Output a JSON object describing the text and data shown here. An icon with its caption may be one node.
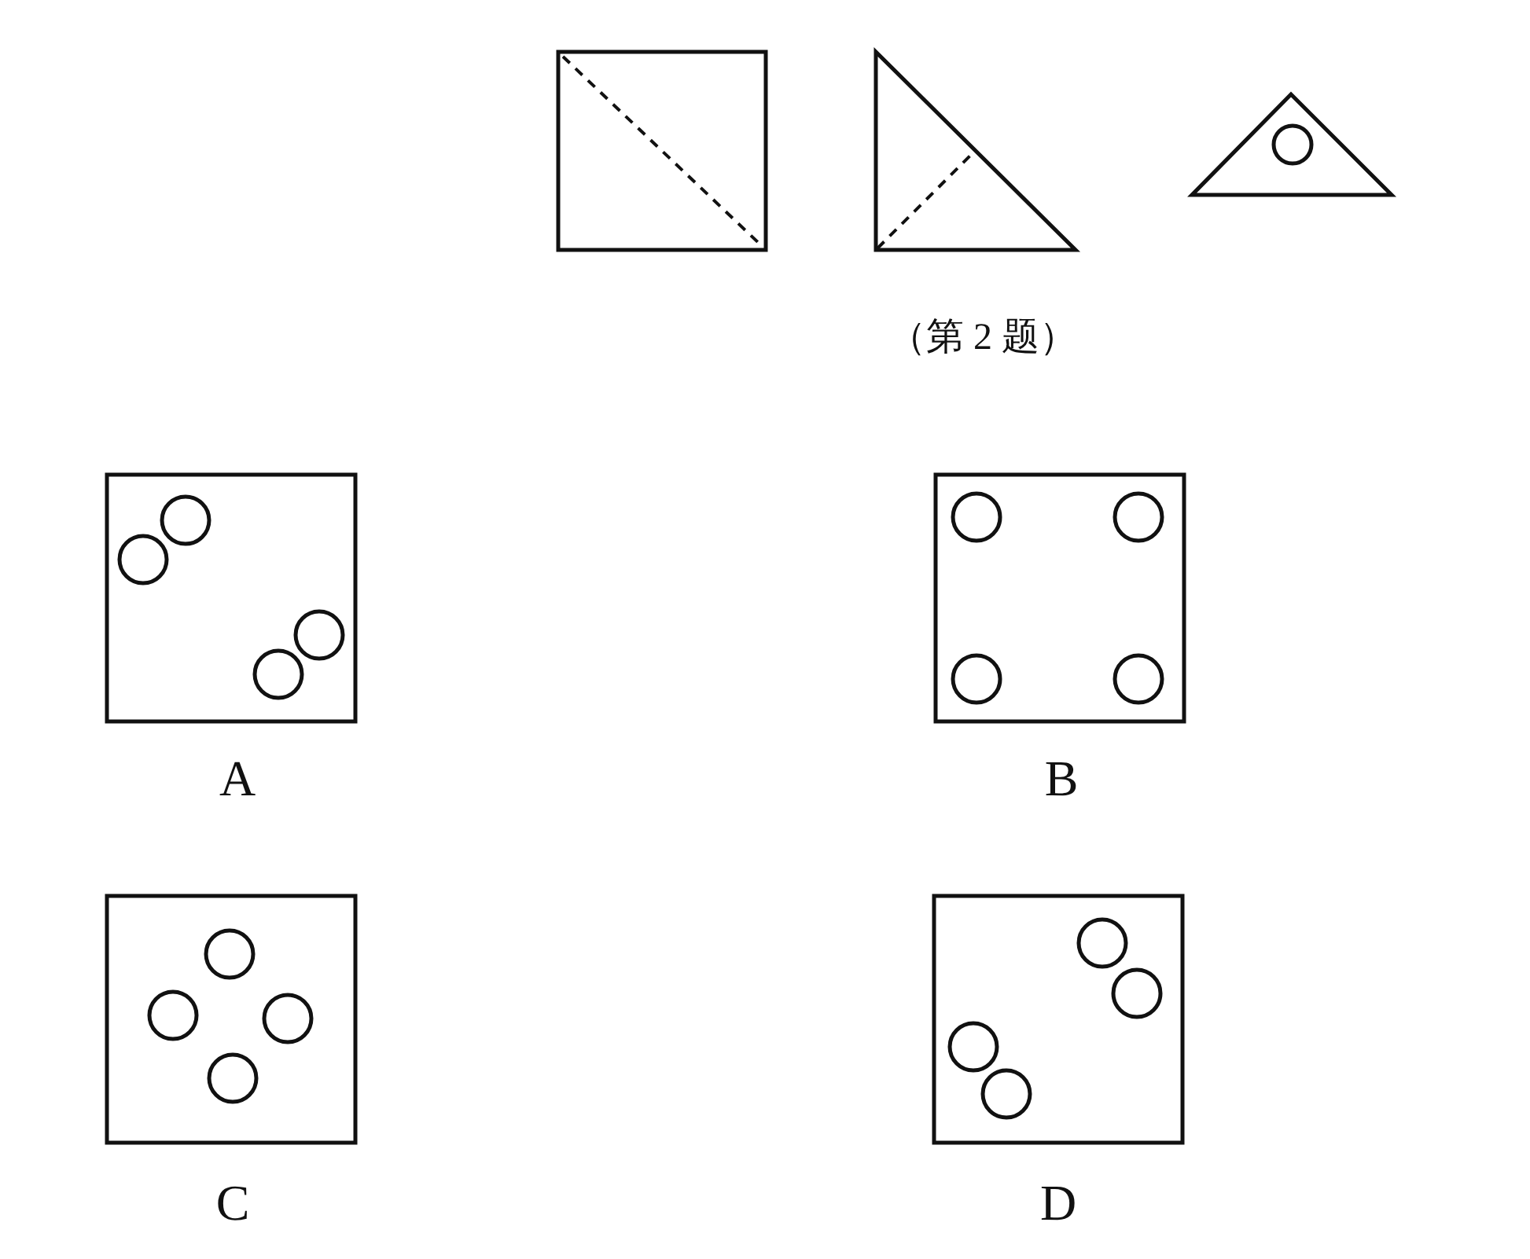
{
  "diagram": {
    "caption": "（第 2 题）",
    "labels": [
      "A",
      "B",
      "C",
      "D"
    ]
  }
}
